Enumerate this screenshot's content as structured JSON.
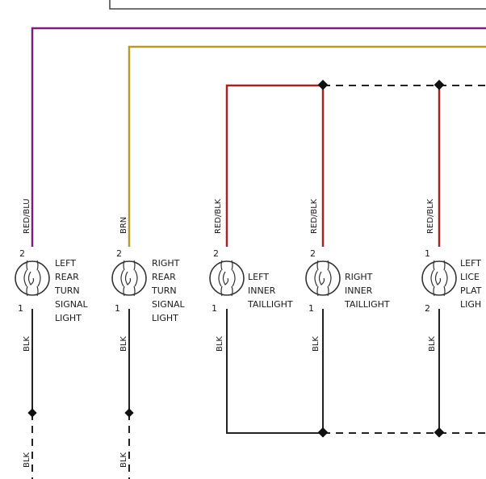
{
  "wire_colors": {
    "red_blu": "#7a1f7a",
    "brn": "#b89a2a",
    "red_blk": "#a22424",
    "blk": "#222222"
  },
  "bulbs": [
    {
      "id": "lrts",
      "wire": "RED/BLU",
      "blk": "BLK",
      "top_pin": "2",
      "bottom_pin": "1",
      "lines": [
        "LEFT",
        "REAR",
        "TURN",
        "SIGNAL",
        "LIGHT"
      ]
    },
    {
      "id": "rrts",
      "wire": "BRN",
      "blk": "BLK",
      "top_pin": "2",
      "bottom_pin": "1",
      "lines": [
        "RIGHT",
        "REAR",
        "TURN",
        "SIGNAL",
        "LIGHT"
      ]
    },
    {
      "id": "lit",
      "wire": "RED/BLK",
      "blk": "BLK",
      "top_pin": "2",
      "bottom_pin": "1",
      "lines": [
        "LEFT",
        "INNER",
        "TAILLIGHT"
      ]
    },
    {
      "id": "rit",
      "wire": "RED/BLK",
      "blk": "BLK",
      "top_pin": "2",
      "bottom_pin": "1",
      "lines": [
        "RIGHT",
        "INNER",
        "TAILLIGHT"
      ]
    },
    {
      "id": "llp",
      "wire": "RED/BLK",
      "blk": "BLK",
      "top_pin": "1",
      "bottom_pin": "2",
      "lines": [
        "LEFT",
        "LICE",
        "PLAT",
        "LIGH"
      ]
    }
  ],
  "lower_labels": {
    "left": "BLK",
    "right": "BLK"
  }
}
